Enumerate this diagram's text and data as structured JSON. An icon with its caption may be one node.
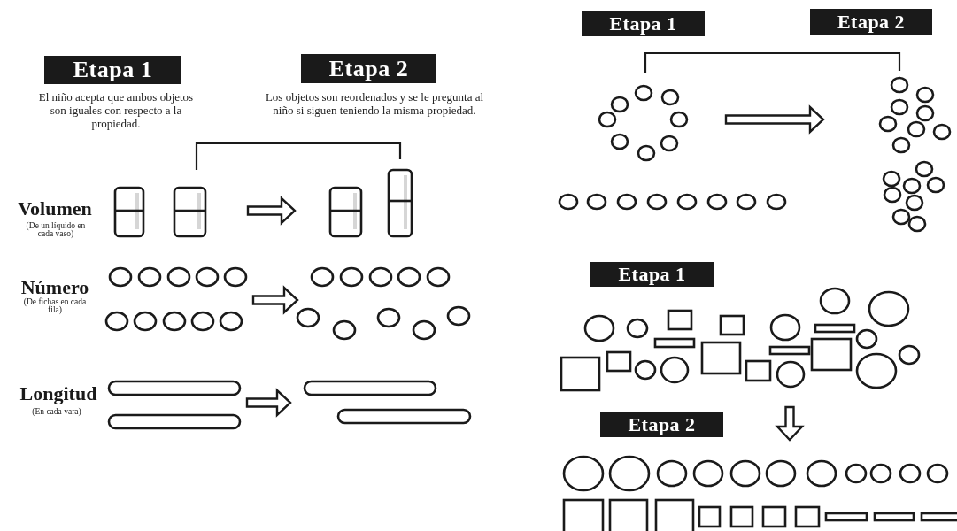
{
  "diagram": {
    "nodes": [
      {
        "text": [
          "Etapa 1"
        ],
        "beside": [
          "El niño acepta que ambos objetos son iguales con respecto a la propiedad."
        ]
      },
      {
        "text": [
          "Etapa 2"
        ],
        "beside": [
          "Los objetos son reordenados y se le pregunta al niño si siguen teniendo la misma propiedad."
        ]
      },
      {
        "text": [],
        "shape": "picture"
      },
      {
        "text": [],
        "shape": "picture"
      },
      {
        "text": [],
        "shape": "picture"
      },
      {
        "text": [],
        "shape": "picture"
      },
      {
        "text": [],
        "shape": "picture"
      },
      {
        "text": [],
        "shape": "picture"
      },
      {
        "text": [
          "Etapa 1"
        ]
      },
      {
        "text": [
          "Etapa 2"
        ]
      },
      {
        "text": [],
        "shape": "picture"
      },
      {
        "text": [],
        "shape": "picture"
      },
      {
        "text": [],
        "shape": "picture"
      },
      {
        "text": [],
        "shape": "picture"
      },
      {
        "text": [
          "Etapa 1"
        ]
      },
      {
        "text": [],
        "shape": "picture"
      },
      {
        "text": [
          "Etapa 2"
        ]
      },
      {
        "text": [],
        "shape": "picture"
      }
    ],
    "edges": [
      {
        "from": 2,
        "to": 3,
        "arrow": "to"
      },
      {
        "from": 4,
        "to": 5,
        "arrow": "to"
      },
      {
        "from": 6,
        "to": 7,
        "arrow": "to"
      },
      {
        "from": 10,
        "to": 12,
        "arrow": "to"
      },
      {
        "from": 15,
        "to": 17,
        "arrow": "to"
      }
    ],
    "labels": [
      "Volumen",
      "(De un líquido en cada vaso)",
      "Número",
      "(De fichas en cada fila)",
      "Longitud",
      "(En cada vara)"
    ]
  }
}
